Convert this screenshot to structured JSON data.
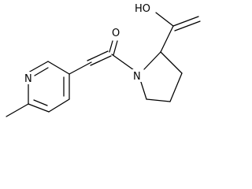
{
  "molecule": {
    "atoms": {
      "oh": "HO",
      "carbonyl_o": "O",
      "amide_n": "N",
      "pyridine_n": "N"
    }
  }
}
